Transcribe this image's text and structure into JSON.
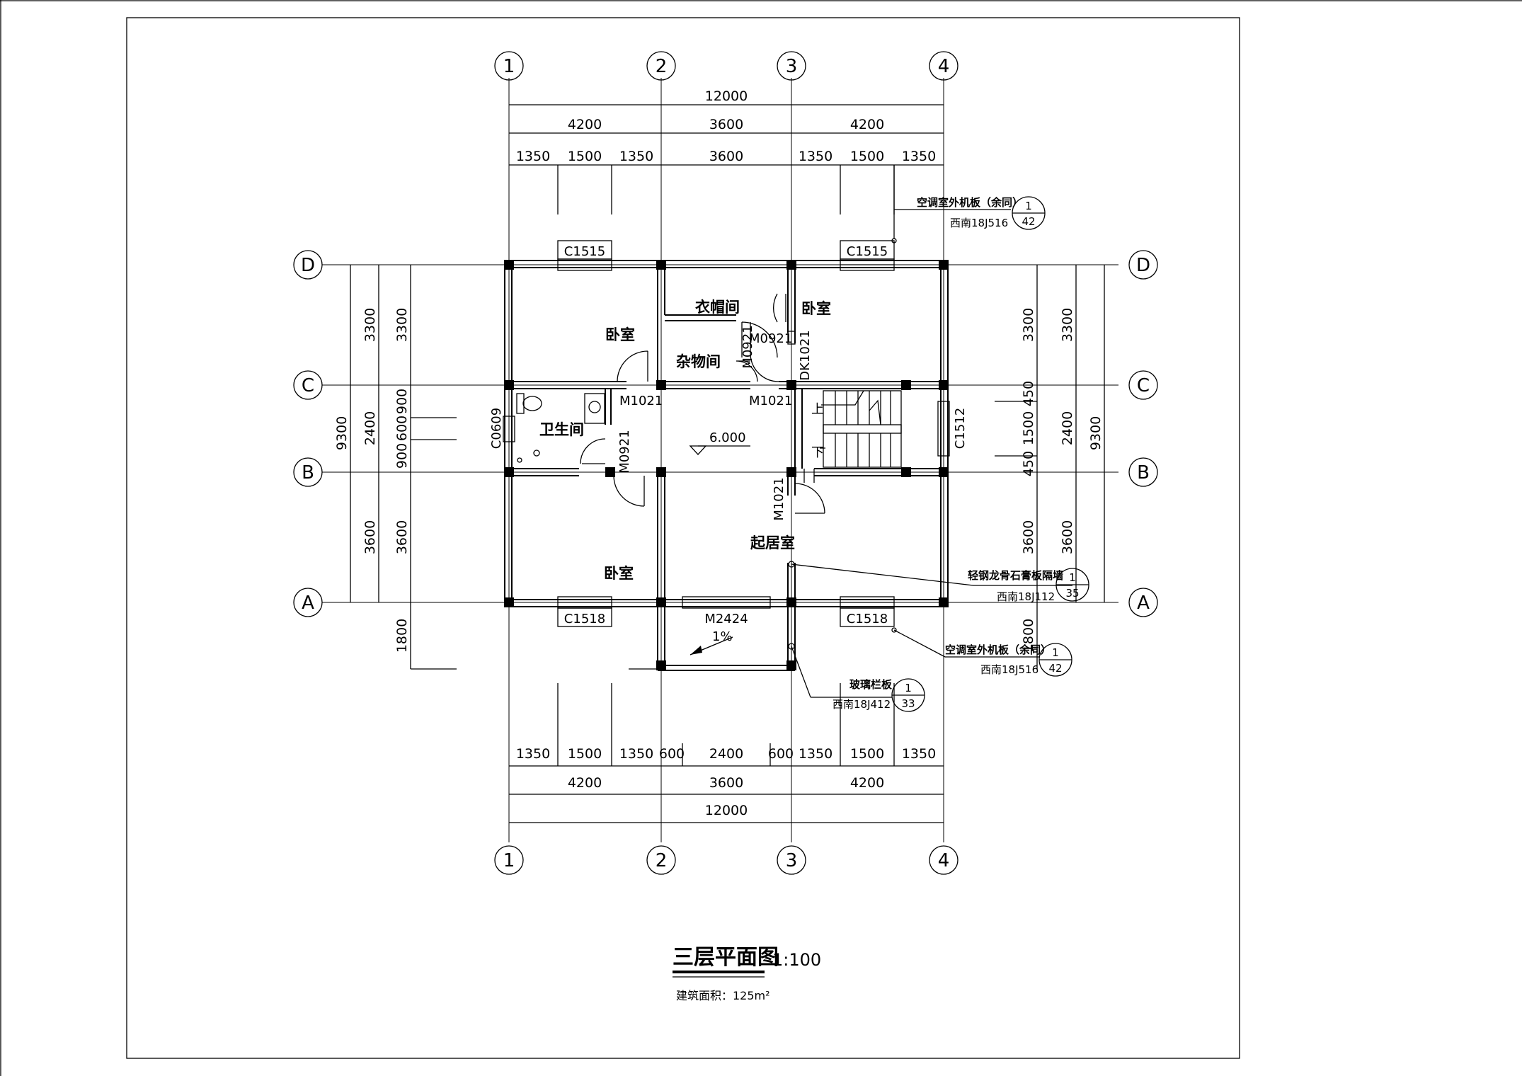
{
  "axes": {
    "vertical": [
      "1",
      "2",
      "3",
      "4"
    ],
    "horizontal": [
      "A",
      "B",
      "C",
      "D"
    ]
  },
  "dimensions": {
    "top_total": "12000",
    "top_bays": [
      "4200",
      "3600",
      "4200"
    ],
    "top_windows": [
      "1350",
      "1500",
      "1350",
      "3600",
      "1350",
      "1500",
      "1350"
    ],
    "bottom_windows": [
      "1350",
      "1500",
      "1350",
      "600",
      "2400",
      "600",
      "1350",
      "1500",
      "1350"
    ],
    "bottom_bays": [
      "4200",
      "3600",
      "4200"
    ],
    "bottom_total": "12000",
    "left_total": "9300",
    "left_bays": [
      "3300",
      "2400",
      "3600"
    ],
    "left_inner": [
      "3300",
      "900",
      "600",
      "900",
      "3600",
      "1800"
    ],
    "right_total": "9300",
    "right_bays": [
      "3300",
      "2400",
      "3600"
    ],
    "right_inner": [
      "3300",
      "450",
      "1500",
      "450",
      "3600",
      "1800"
    ]
  },
  "rooms": {
    "bedroom_nw": "卧室",
    "bedroom_ne": "卧室",
    "bedroom_sw": "卧室",
    "closet": "衣帽间",
    "storage": "杂物间",
    "bathroom": "卫生间",
    "living": "起居室"
  },
  "tags": {
    "window_d1": "C1515",
    "window_d2": "C1515",
    "window_a1": "C1518",
    "window_a2": "C1518",
    "window_bath": "C0609",
    "window_stair": "C1512",
    "door_m0921_a": "M0921",
    "door_m0921_b": "M0921",
    "door_m0921_c": "M0921",
    "door_m1021_a": "M1021",
    "door_m1021_b": "M1021",
    "door_m1021_c": "M1021",
    "door_dk1021": "DK1021",
    "door_m2424": "M2424",
    "stair_up": "上",
    "stair_down": "下",
    "elevation": "6.000",
    "slope": "1%"
  },
  "notes": {
    "ac_top": "空调室外机板（余同）",
    "ac_top_ref": "西南18J516",
    "ac_top_num": "1",
    "ac_top_den": "42",
    "partition": "轻钢龙骨石膏板隔墙",
    "partition_ref": "西南18J112",
    "partition_num": "1",
    "partition_den": "35",
    "ac_bottom": "空调室外机板（余同）",
    "ac_bottom_ref": "西南18J516",
    "ac_bottom_num": "1",
    "ac_bottom_den": "42",
    "railing": "玻璃栏板",
    "railing_ref": "西南18J412",
    "railing_num": "1",
    "railing_den": "33"
  },
  "title": {
    "name": "三层平面图",
    "scale": "1:100",
    "area": "建筑面积：125m²"
  }
}
